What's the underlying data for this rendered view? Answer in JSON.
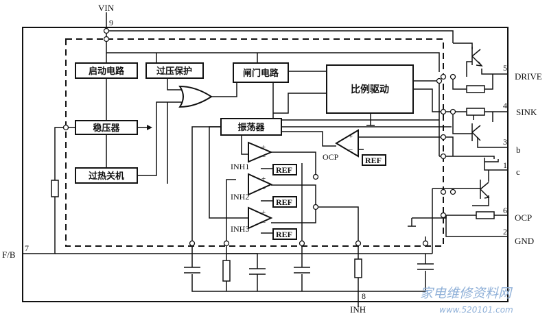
{
  "pins": {
    "vin": "VIN",
    "vin_num": "9",
    "drive": "DRIVE",
    "drive_num": "5",
    "sink": "SINK",
    "sink_num": "4",
    "b": "b",
    "b_num": "3",
    "c": "c",
    "c_num": "1",
    "ocp": "OCP",
    "ocp_num": "6",
    "gnd": "GND",
    "gnd_num": "2",
    "fb": "F/B",
    "fb_num": "7",
    "inh": "INH",
    "inh_num": "8"
  },
  "blocks": {
    "startup": "启动电路",
    "overvoltage": "过压保护",
    "gate": "闸门电路",
    "prop_drive": "比例驱动",
    "regulator": "稳压器",
    "oscillator": "振荡器",
    "thermal": "过热关机"
  },
  "comparators": {
    "inh1": "INH1",
    "inh2": "INH2",
    "inh3": "INH3",
    "ocp": "OCP",
    "ref": "REF",
    "plus": "+",
    "minus": "−"
  },
  "watermark": {
    "line1": "家电维修资料网",
    "line2": "www.520101.com"
  }
}
